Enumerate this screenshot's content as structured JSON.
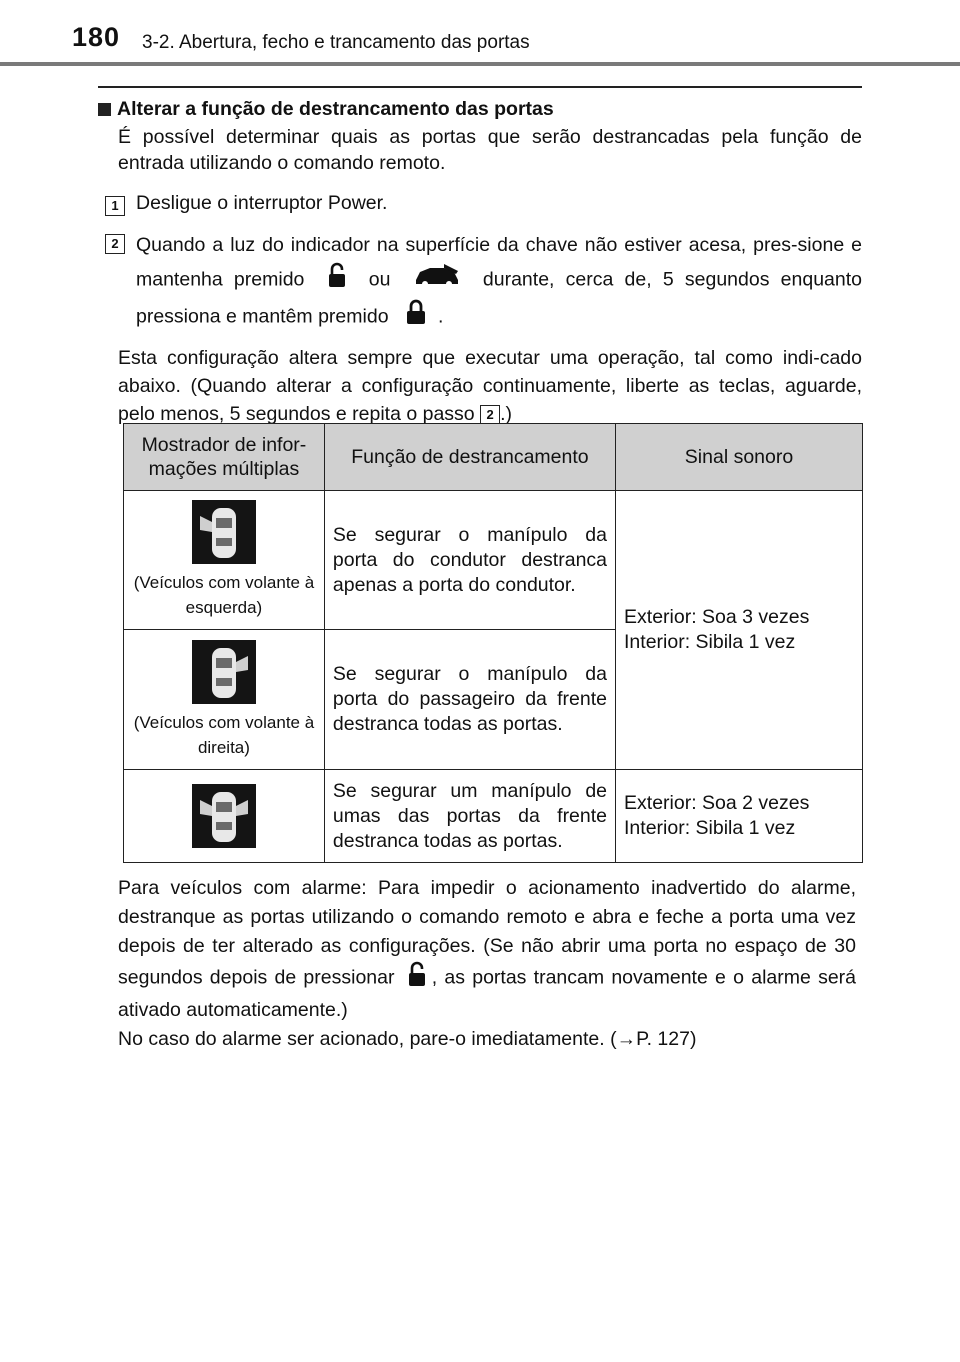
{
  "header": {
    "page_number": "180",
    "section_title": "3-2. Abertura, fecho e trancamento das portas"
  },
  "section": {
    "heading": "Alterar a função de destrancamento das portas",
    "intro": "É possível determinar quais as portas que serão destrancadas pela função de entrada utilizando o comando remoto.",
    "step1_number": "1",
    "step1_text": "Desligue o interruptor Power.",
    "step2_number": "2",
    "step2_part1": "Quando a luz do indicador na superfície da chave não estiver acesa, pres-sione e mantenha premido",
    "step2_or": "ou",
    "step2_part2": "durante, cerca de, 5 segundos enquanto pressiona e mantêm premido",
    "step2_end": ".",
    "note_text": "Esta configuração altera sempre que executar uma operação, tal como indi-cado abaixo. (Quando alterar a configuração continuamente, liberte as teclas, aguarde, pelo menos, 5 segundos e repita o passo",
    "note_ref": "2",
    "note_end": ".)",
    "icons": [
      "unlock-icon",
      "car-trunk-icon",
      "lock-icon"
    ]
  },
  "table": {
    "headers": [
      "Mostrador de infor-mações múltiplas",
      "Função de destrancamento",
      "Sinal sonoro"
    ],
    "rows": [
      {
        "image_caption": "(Veículos com volante à esquerda)",
        "function": "Se segurar o manípulo da porta do condutor destranca apenas a porta do condutor.",
        "sound_line1": "Exterior: Soa 3 vezes",
        "sound_line2": "Interior: Sibila 1 vez"
      },
      {
        "image_caption": "(Veículos com volante à direita)",
        "function": "Se segurar o manípulo da porta do passageiro da frente destranca todas as portas."
      },
      {
        "image_caption": "",
        "function": "Se segurar um manípulo de umas das portas da frente destranca todas as portas.",
        "sound_line1": "Exterior: Soa 2 vezes",
        "sound_line2": "Interior: Sibila 1 vez"
      }
    ]
  },
  "footer_text": {
    "alarm_part1": "Para veículos com alarme: Para impedir o acionamento inadvertido do alarme, destranque as portas utilizando o comando remoto e abra e feche a porta uma vez depois de ter alterado as configurações. (Se não abrir uma porta no espaço de 30 segundos depois de pressionar",
    "alarm_part2": ", as portas trancam novamente e o alarme será ativado automaticamente.)",
    "alarm_stop": "No caso do alarme ser acionado, pare-o imediatamente. (→P. 127)"
  },
  "colors": {
    "header_rule": "#7a7a7a",
    "table_header_bg": "#d0d0d0",
    "image_bg": "#141414"
  }
}
